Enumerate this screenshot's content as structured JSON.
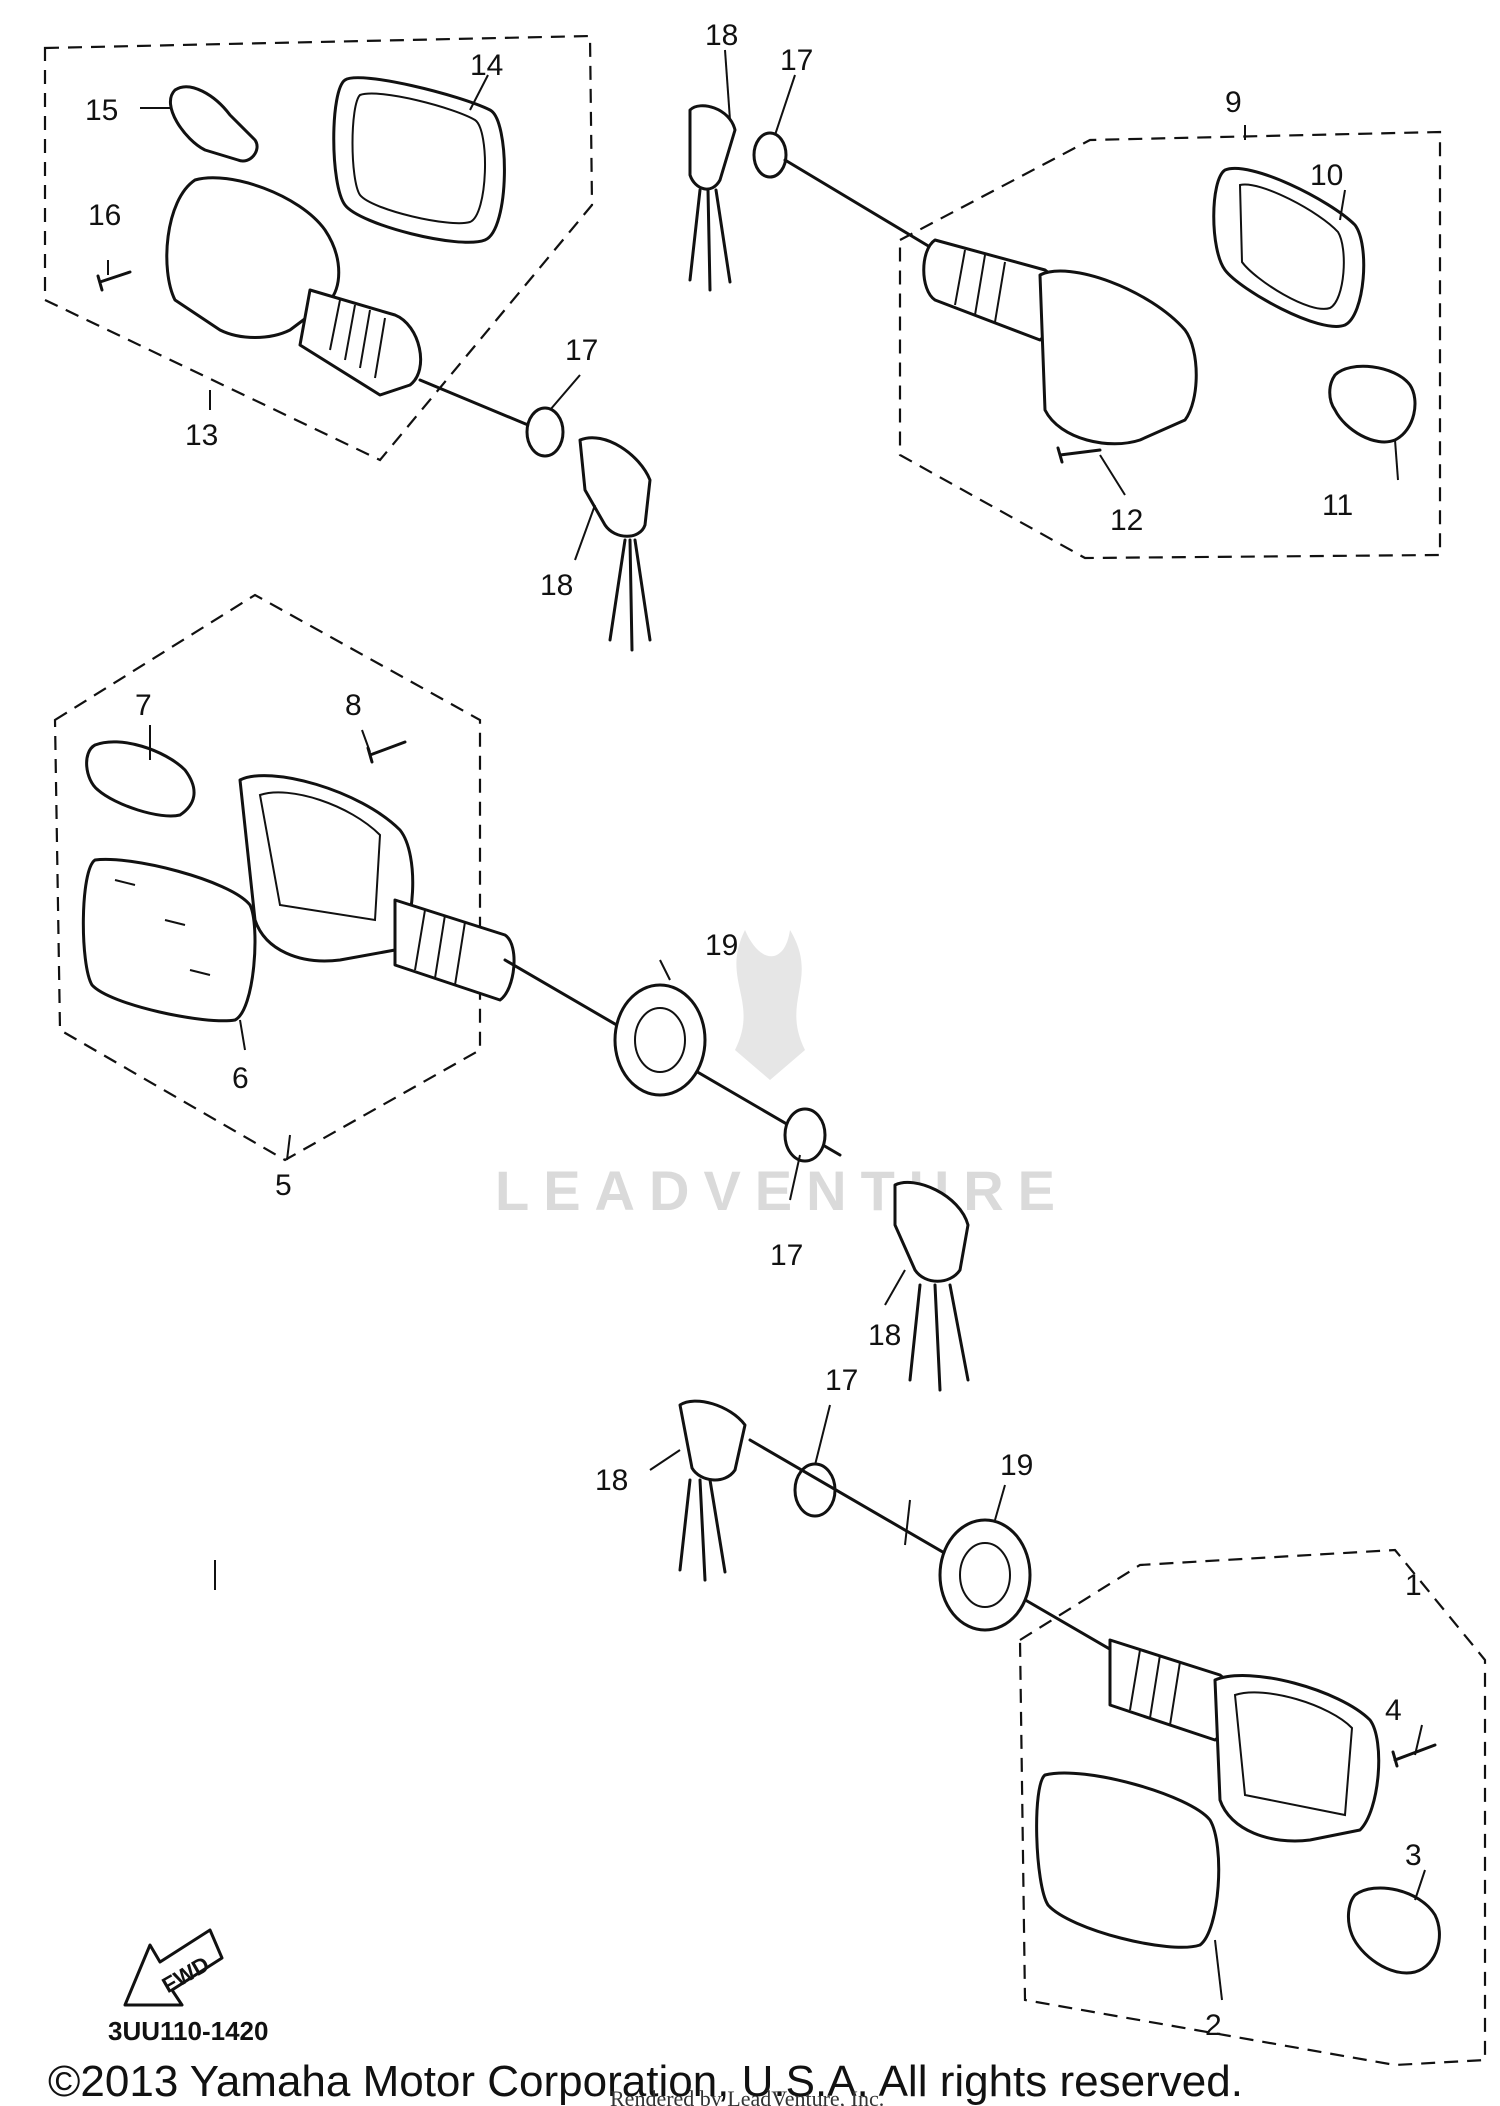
{
  "diagram": {
    "callouts": [
      "1",
      "2",
      "3",
      "4",
      "5",
      "6",
      "7",
      "8",
      "9",
      "10",
      "11",
      "12",
      "13",
      "14",
      "15",
      "16",
      "17",
      "18",
      "19"
    ],
    "part_code": "3UU110-1420",
    "direction_label": "FWD",
    "copyright": "©2013 Yamaha Motor Corporation, U.S.A. All rights reserved.",
    "rendered_by": "Rendered by LeadVenture, Inc.",
    "watermark": "LEADVENTURE"
  }
}
